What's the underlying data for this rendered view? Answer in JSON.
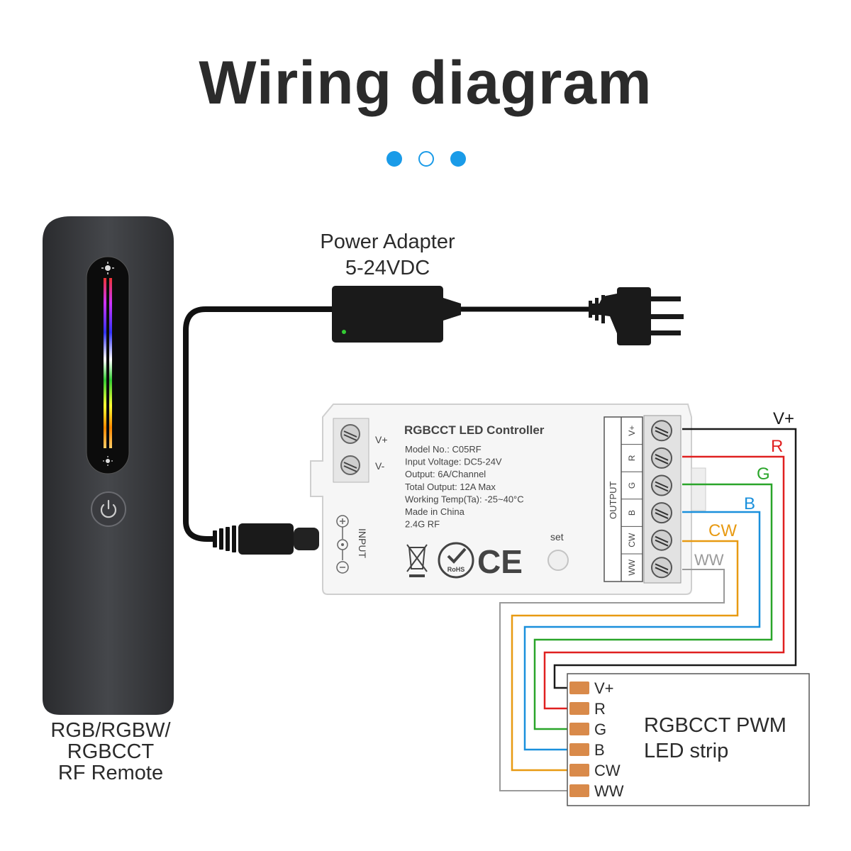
{
  "title": "Wiring diagram",
  "adapter": {
    "title": "Power Adapter",
    "voltage": "5-24VDC"
  },
  "remote": {
    "lines": [
      "RGB/RGBW/",
      "RGBCCT",
      "RF Remote"
    ]
  },
  "controller": {
    "name": "RGBCCT LED Controller",
    "specs": [
      "Model No.: C05RF",
      "Input Voltage: DC5-24V",
      "Output: 6A/Channel",
      "Total Output: 12A Max",
      "Working Temp(Ta): -25~40°C",
      "Made in China",
      "2.4G RF"
    ],
    "input_terminals": [
      "V+",
      "V-"
    ],
    "input_label": "INPUT",
    "output_label": "OUTPUT",
    "output_terminals": [
      "V+",
      "R",
      "G",
      "B",
      "CW",
      "WW"
    ],
    "set_label": "set",
    "rohs_label": "RoHS",
    "ce_label": "CE"
  },
  "wires": [
    {
      "label": "V+",
      "color": "#1a1a1a"
    },
    {
      "label": "R",
      "color": "#e02020"
    },
    {
      "label": "G",
      "color": "#2aa52a"
    },
    {
      "label": "B",
      "color": "#1a90dc"
    },
    {
      "label": "CW",
      "color": "#e89a12"
    },
    {
      "label": "WW",
      "color": "#9a9a9a"
    }
  ],
  "strip": {
    "title_lines": [
      "RGBCCT PWM",
      "LED strip"
    ],
    "pads": [
      "V+",
      "R",
      "G",
      "B",
      "CW",
      "WW"
    ],
    "pad_color": "#d98a4a"
  }
}
